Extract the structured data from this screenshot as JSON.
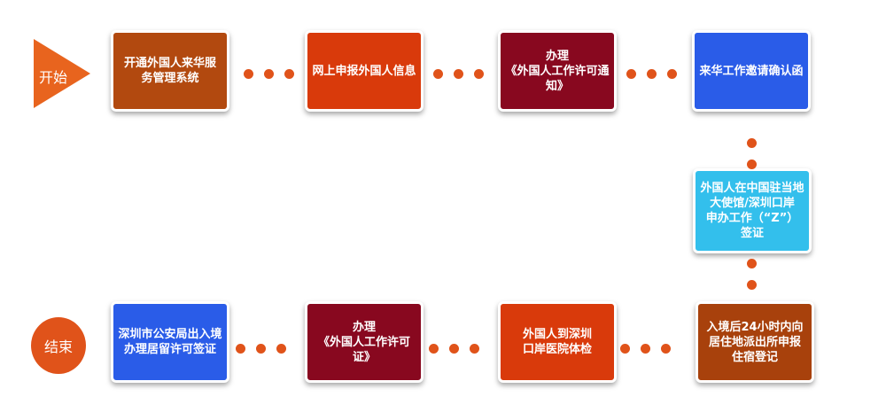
{
  "start": {
    "label": "开始"
  },
  "end": {
    "label": "结束"
  },
  "steps": [
    {
      "label": "开通外国人来华服\n务管理系统",
      "color": "#b2490f"
    },
    {
      "label": "网上申报外国人信息",
      "color": "#d93a0b"
    },
    {
      "label": "办理\n《外国人工作许可通知》",
      "color": "#88081f"
    },
    {
      "label": "来华工作邀请确认函",
      "color": "#2a5ce8"
    },
    {
      "label": "外国人在中国驻当地\n大使馆/深圳口岸\n申办工作（“Z”）\n签证",
      "color": "#33bfec"
    },
    {
      "label": "入境后24小时内向\n居住地派出所申报\n住宿登记",
      "color": "#a8410c"
    },
    {
      "label": "外国人到深圳\n口岸医院体检",
      "color": "#d93a0b"
    },
    {
      "label": "办理\n《外国人工作许可证》",
      "color": "#88081f"
    },
    {
      "label": "深圳市公安局出入境\n办理居留许可签证",
      "color": "#2a5ce8"
    }
  ]
}
